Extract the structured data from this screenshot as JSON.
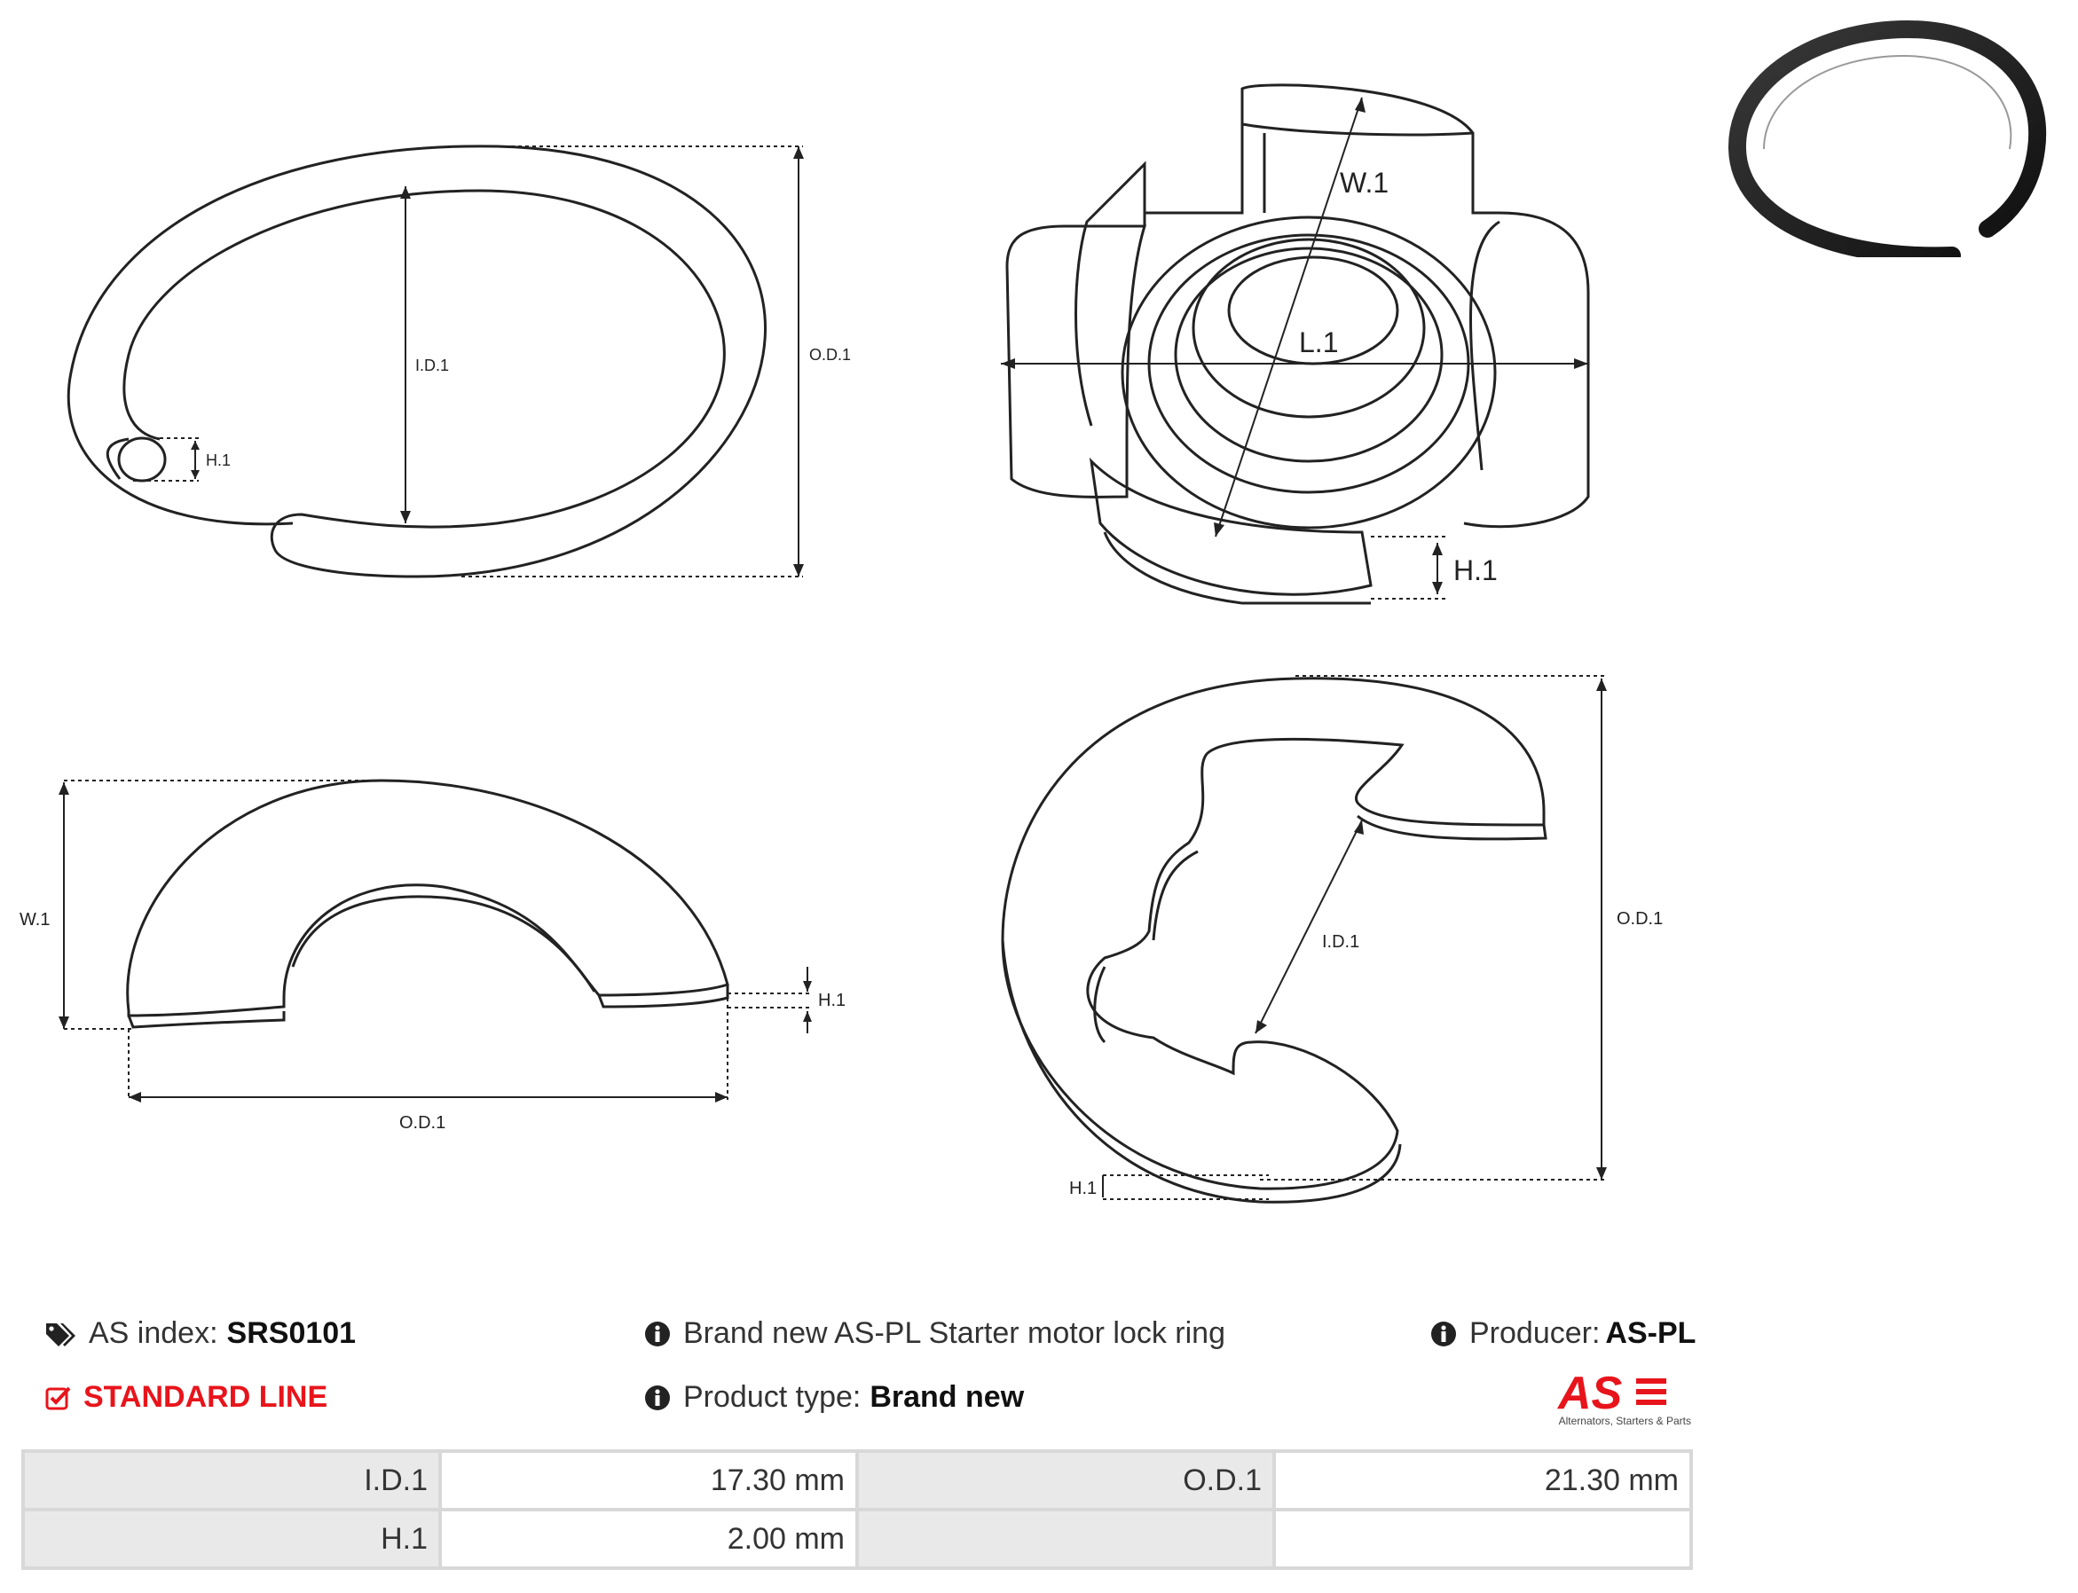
{
  "diagram_labels": {
    "id1": "I.D.1",
    "od1": "O.D.1",
    "h1": "H.1",
    "w1": "W.1",
    "l1": "L.1"
  },
  "info": {
    "as_index_label": "AS index:",
    "as_index_value": "SRS0101",
    "description": "Brand new AS-PL Starter motor lock ring",
    "producer_label": "Producer:",
    "producer_value": "AS-PL",
    "line": "STANDARD LINE",
    "product_type_label": "Product type:",
    "product_type_value": "Brand new"
  },
  "logo": {
    "mark": "AS",
    "tagline": "Alternators, Starters & Parts"
  },
  "spec_table": {
    "rows": [
      {
        "label1": "I.D.1",
        "value1": "17.30 mm",
        "label2": "O.D.1",
        "value2": "21.30 mm"
      },
      {
        "label1": "H.1",
        "value1": "2.00 mm",
        "label2": "",
        "value2": ""
      }
    ]
  },
  "colors": {
    "accent": "#e8141b",
    "line": "#222222",
    "table_bg": "#e9e9e9",
    "ring": "#1a1a1a"
  },
  "icons": [
    "tags-icon",
    "info-icon",
    "check-square-icon"
  ]
}
